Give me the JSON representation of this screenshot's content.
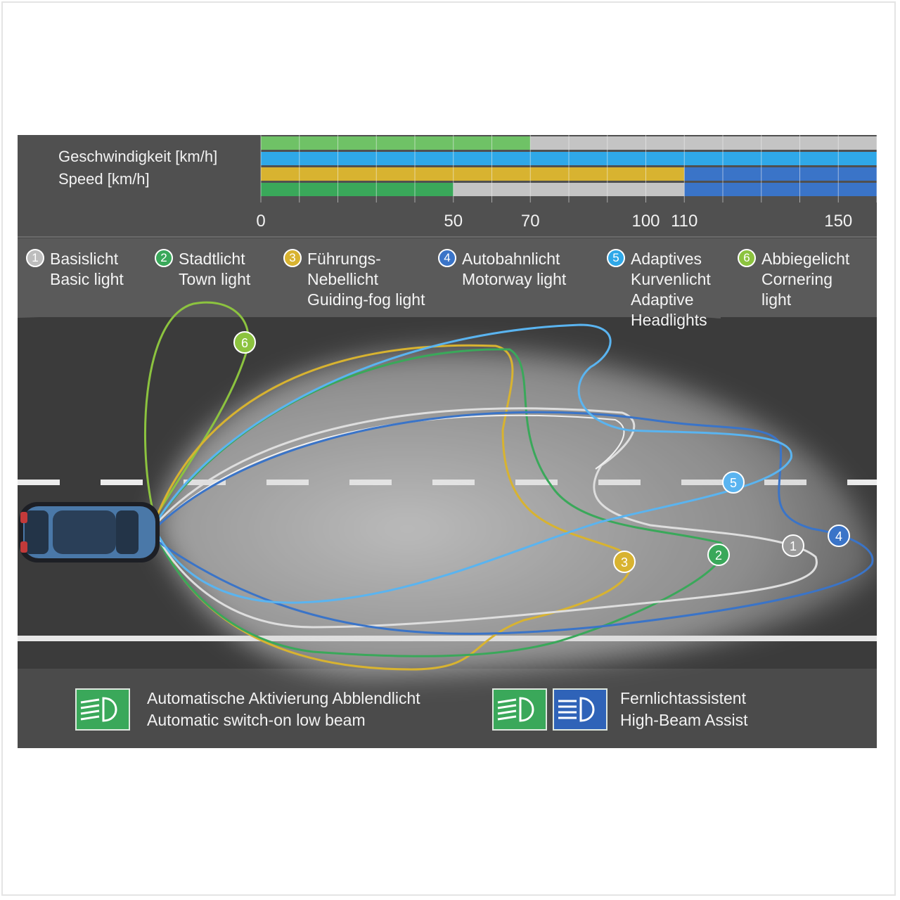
{
  "speed_axis": {
    "label_de": "Geschwindigkeit [km/h]",
    "label_en": "Speed [km/h]",
    "ticks": [
      "0",
      "50",
      "70",
      "100",
      "110",
      "150"
    ],
    "tick_values": [
      0,
      50,
      70,
      100,
      110,
      150
    ],
    "max": 160
  },
  "speed_bars": [
    {
      "name": "cornering",
      "segments": [
        {
          "from": 0,
          "to": 70,
          "color": "#6fc266"
        }
      ]
    },
    {
      "name": "adaptive",
      "segments": [
        {
          "from": 0,
          "to": 160,
          "color": "#2fa8e8"
        }
      ]
    },
    {
      "name": "guiding-fog",
      "segments": [
        {
          "from": 0,
          "to": 110,
          "color": "#d8b330"
        },
        {
          "from": 110,
          "to": 160,
          "color": "#3a74c8"
        }
      ]
    },
    {
      "name": "town-motorway",
      "segments": [
        {
          "from": 0,
          "to": 50,
          "color": "#3aa85a"
        },
        {
          "from": 110,
          "to": 160,
          "color": "#3a74c8"
        }
      ]
    }
  ],
  "legend": [
    {
      "num": "1",
      "color": "#bdbdbd",
      "lines": [
        "Basislicht",
        "Basic light"
      ]
    },
    {
      "num": "2",
      "color": "#3aa85a",
      "lines": [
        "Stadtlicht",
        "Town light"
      ]
    },
    {
      "num": "3",
      "color": "#d8b330",
      "lines": [
        "Führungs-",
        "Nebellicht",
        "Guiding-fog light"
      ]
    },
    {
      "num": "4",
      "color": "#3a74c8",
      "lines": [
        "Autobahnlicht",
        "Motorway light"
      ]
    },
    {
      "num": "5",
      "color": "#2fa8e8",
      "lines": [
        "Adaptives",
        "Kurvenlicht",
        "Adaptive",
        "Headlights"
      ]
    },
    {
      "num": "6",
      "color": "#8cc33f",
      "lines": [
        "Abbiegelicht",
        "Cornering",
        "light"
      ]
    }
  ],
  "bottom": {
    "low_beam": [
      "Automatische Aktivierung Abblendlicht",
      "Automatic switch-on low beam"
    ],
    "high_beam": [
      "Fernlichtassistent",
      "High-Beam Assist"
    ]
  },
  "colors": {
    "low_beam_icon": "#3aa85a",
    "high_beam_icon": "#2f63b8",
    "bar_grey": "#c4c4c4"
  },
  "icons": [
    "low-beam-icon",
    "high-beam-icon",
    "car-icon"
  ]
}
